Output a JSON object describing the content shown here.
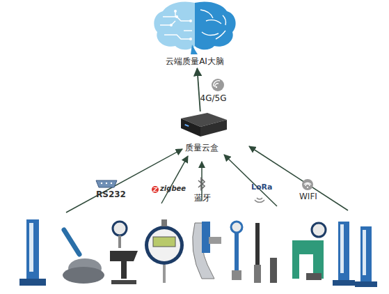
{
  "diagram": {
    "nodes": [
      {
        "text": [
          "云端质量AI大脑"
        ]
      },
      {
        "text": [
          "质量云盒"
        ]
      }
    ],
    "edges": [
      {
        "from": 1,
        "to": 0,
        "arrow": "to",
        "label": "4G/5G"
      }
    ],
    "labels": [
      "RS232",
      "zigbee",
      "蓝牙",
      "LoRa",
      "WIFI"
    ]
  }
}
